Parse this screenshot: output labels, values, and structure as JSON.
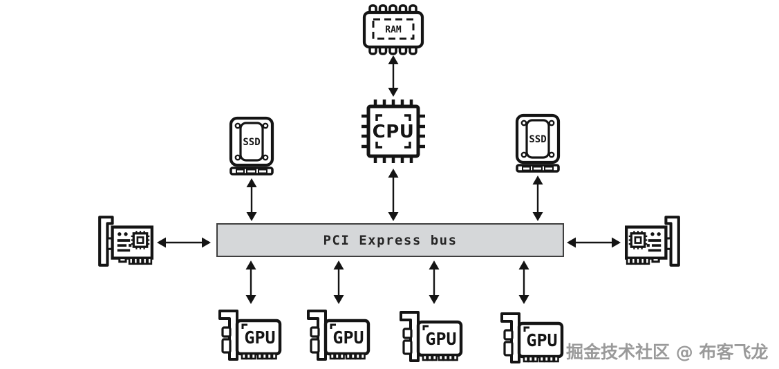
{
  "diagram": {
    "bus": {
      "label": "PCI Express bus"
    },
    "ram": {
      "label": "RAM"
    },
    "cpu": {
      "label": "CPU"
    },
    "ssd_left": {
      "label": "SSD"
    },
    "ssd_right": {
      "label": "SSD"
    },
    "nic_left": {
      "name": "network-interface-card"
    },
    "nic_right": {
      "name": "network-interface-card"
    },
    "gpus": [
      {
        "label": "GPU"
      },
      {
        "label": "GPU"
      },
      {
        "label": "GPU"
      },
      {
        "label": "GPU"
      }
    ],
    "watermark": "掘金技术社区 @ 布客飞龙",
    "colors": {
      "line": "#141414",
      "bus_fill": "#d5d7d9",
      "bus_border": "#3f3f3f",
      "background": "#ffffff",
      "watermark_text": "#9a9a9a"
    }
  }
}
